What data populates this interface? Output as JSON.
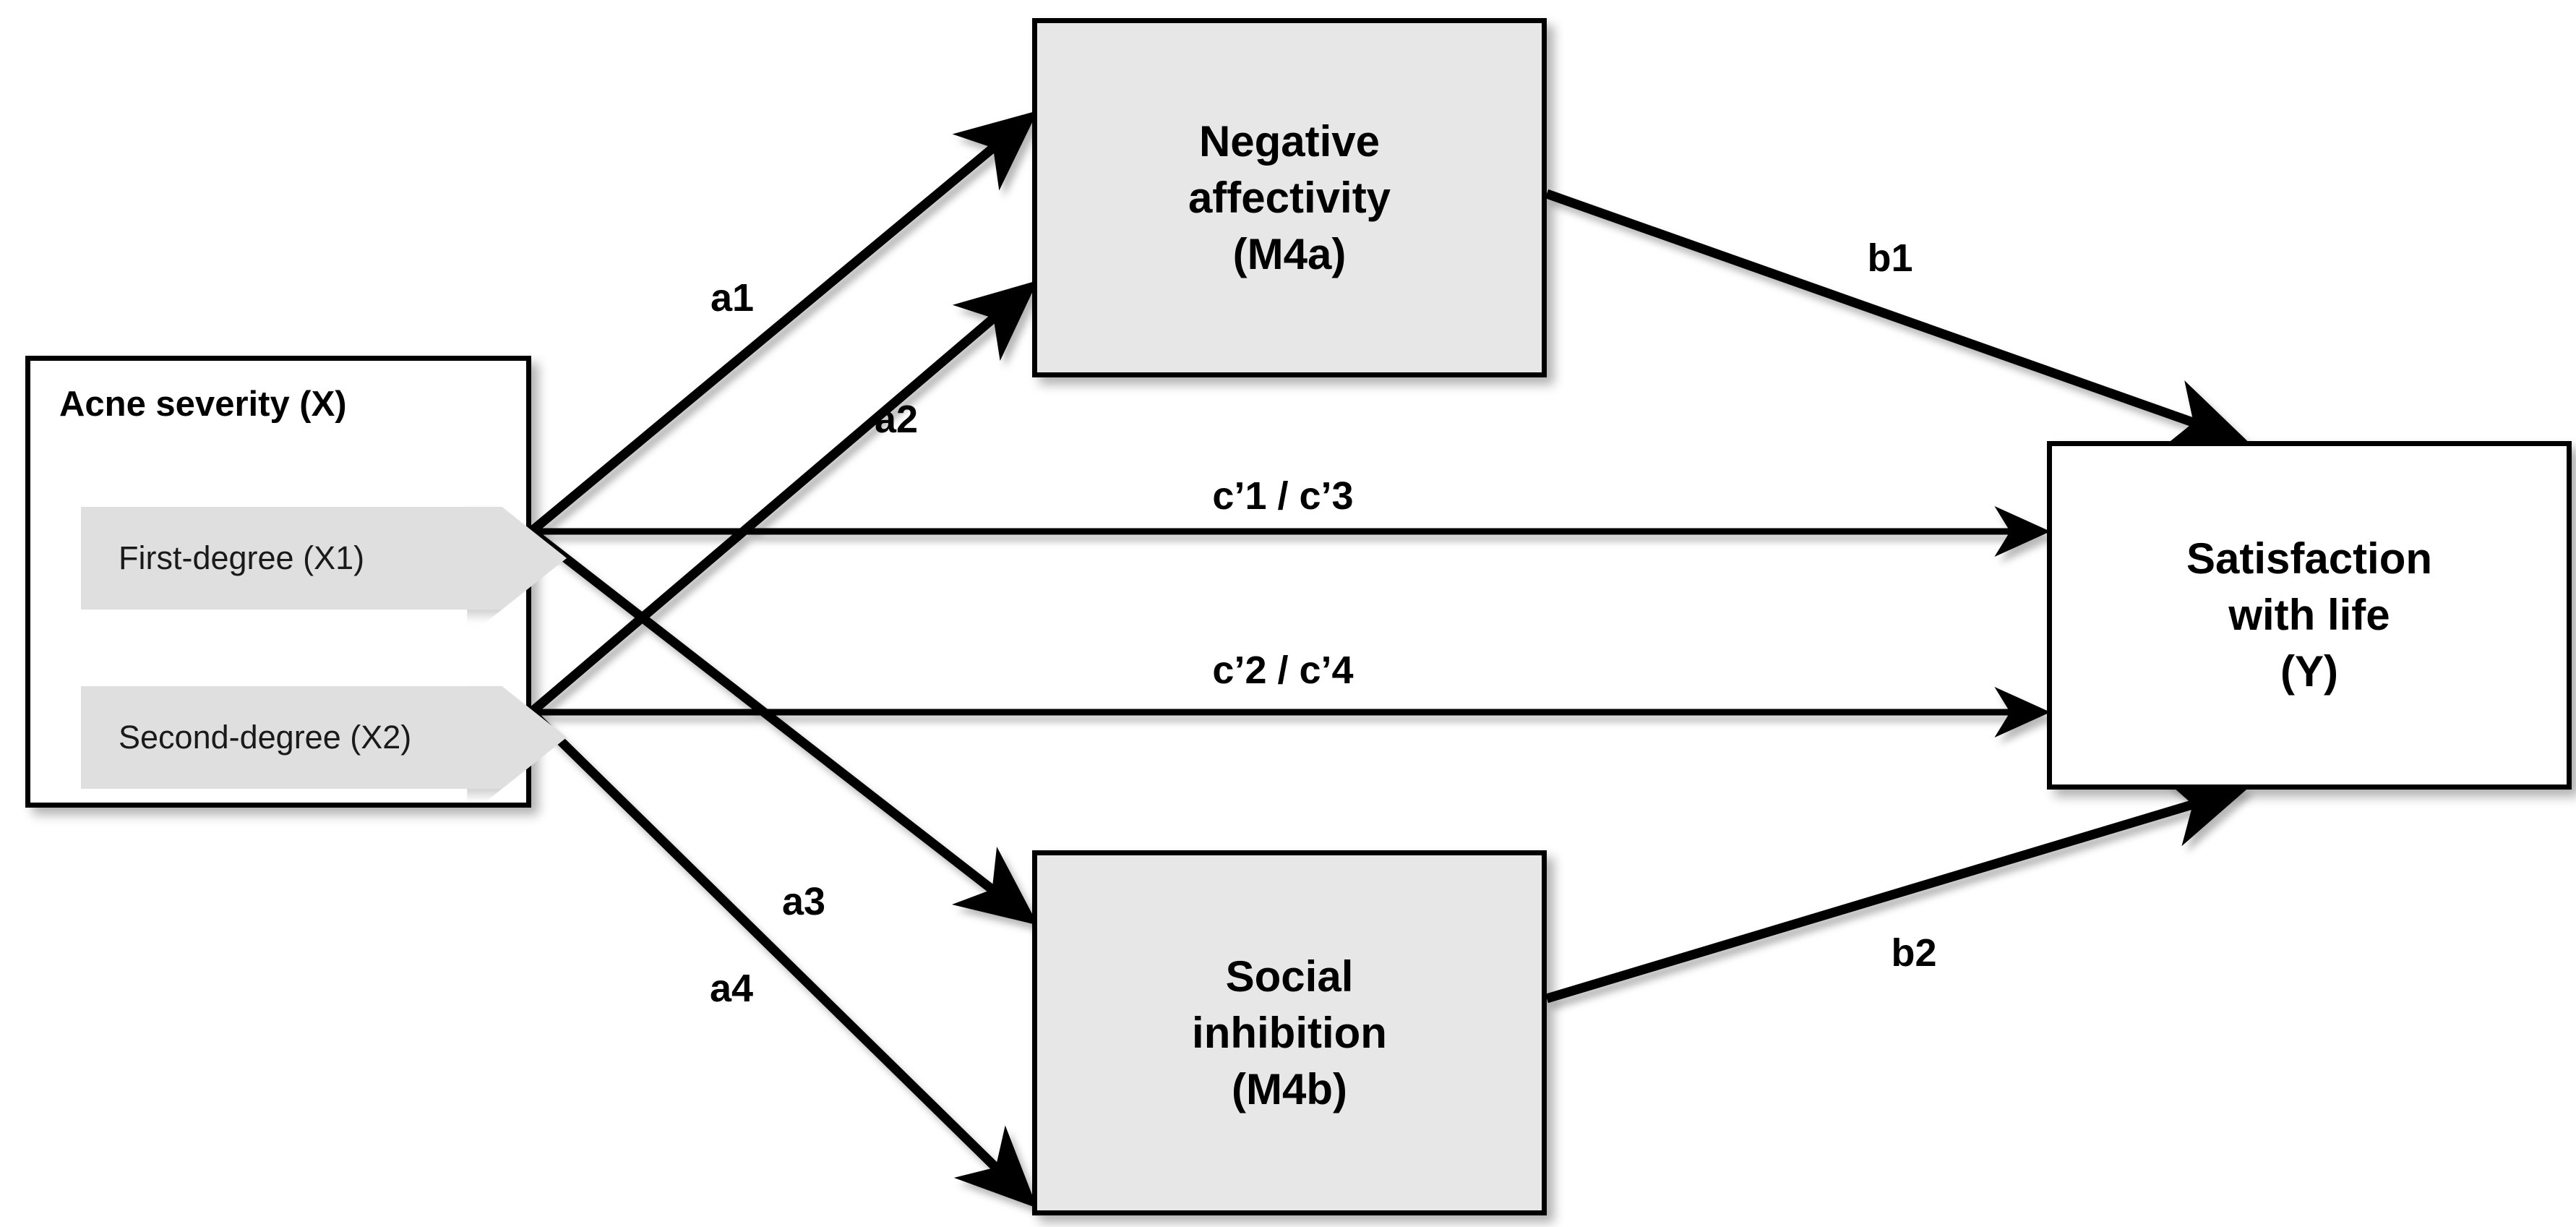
{
  "diagram": {
    "title": "Serial mediation model of acne severity and satisfaction with life",
    "type": "path-diagram",
    "background_color": "#FFFFFF",
    "box_fill_mediator": "#E7E7E7",
    "box_fill_predictor": "#FFFFFF",
    "box_fill_outcome": "#FFFFFF",
    "arrow_fill_x": "#DFDFDF",
    "border_color": "#000000"
  },
  "nodes": {
    "x": {
      "title": "Acne severity (X)",
      "indicators": [
        {
          "label": "First-degree  (X1)",
          "code": "X1"
        },
        {
          "label": "Second-degree  (X2)",
          "code": "X2"
        }
      ]
    },
    "m4a": {
      "label": "Negative\naffectivity\n(M4a)",
      "code": "M4a"
    },
    "m4b": {
      "label": "Social\ninhibition\n(M4b)",
      "code": "M4b"
    },
    "y": {
      "label": "Satisfaction\nwith life\n(Y)",
      "code": "Y"
    }
  },
  "paths": [
    {
      "id": "a1",
      "label": "a1",
      "from": "X1",
      "to": "M4a"
    },
    {
      "id": "a2",
      "label": "a2",
      "from": "X2",
      "to": "M4a"
    },
    {
      "id": "a3",
      "label": "a3",
      "from": "X1",
      "to": "M4b"
    },
    {
      "id": "a4",
      "label": "a4",
      "from": "X2",
      "to": "M4b"
    },
    {
      "id": "b1",
      "label": "b1",
      "from": "M4a",
      "to": "Y"
    },
    {
      "id": "b2",
      "label": "b2",
      "from": "M4b",
      "to": "Y"
    },
    {
      "id": "cprime13",
      "label": "c’1 / c’3",
      "from": "X1",
      "to": "Y"
    },
    {
      "id": "cprime24",
      "label": "c’2 / c’4",
      "from": "X2",
      "to": "Y"
    }
  ]
}
